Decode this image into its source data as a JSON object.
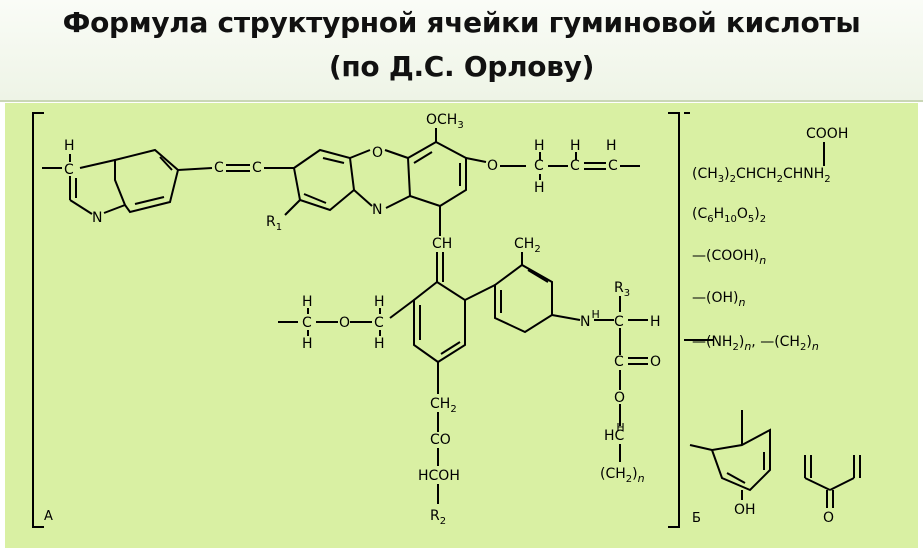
{
  "title": {
    "line1": "Формула структурной ячейки гуминовой кислоты",
    "line2": "(по Д.С. Орлову)"
  },
  "panel_a": {
    "label": "А",
    "atoms": {
      "h_imid": "H",
      "c_imid": "C",
      "n_imid": "N",
      "c_vinyl_1": "C",
      "c_vinyl_2": "C",
      "r1": "R",
      "r1_sub": "1",
      "o_ring": "O",
      "n_ring": "N",
      "och3": "OCH",
      "och3_sub": "3",
      "o_side": "O",
      "c_side_1": "C",
      "c_side_2": "C",
      "c_side_3": "C",
      "h_side_1": "H",
      "h_side_2": "H",
      "h_side_3": "H",
      "h_side_4": "H",
      "ch_bridge": "CH",
      "ch2_top": "CH",
      "ch2_top_sub": "2",
      "h_left_1": "H",
      "c_left": "C",
      "h_left_2": "H",
      "o_left": "O",
      "h_mid_1": "H",
      "c_mid": "C",
      "h_mid_2": "H",
      "nh": "N",
      "nh_h": "H",
      "r3": "R",
      "r3_sub": "3",
      "c_r3": "C",
      "h_r3": "H",
      "c_ester": "C",
      "o_ester_dbl": "O",
      "o_ester": "O",
      "hc_chain": "HC",
      "hc_chain_h": "H",
      "ch2n": "(CH",
      "ch2n_sub": "2",
      "ch2n_close": ")",
      "ch2n_n": "n",
      "ch2_down": "CH",
      "ch2_down_sub": "2",
      "co": "CO",
      "hcoh": "HCOH",
      "r2": "R",
      "r2_sub": "2"
    }
  },
  "panel_b": {
    "label": "Б",
    "items": [
      {
        "text": "(CH",
        "parts": [
          "3",
          ")",
          "2",
          "CHCH",
          "2",
          "CHNH",
          "2"
        ]
      },
      {
        "text": "(C",
        "parts": [
          "6",
          "H",
          "10",
          "O",
          "5",
          ")",
          "2"
        ]
      },
      {
        "text": "—(COOH)",
        "sub": "n"
      },
      {
        "text": "—(OH)",
        "sub": "n"
      },
      {
        "text": "—(NH",
        "sub_mid": "2",
        "close": ")",
        "sub": "n",
        "tail": ",  —(CH",
        "tail_sub": "2",
        "tail_close": ")",
        "tail_n": "n"
      }
    ],
    "cooh": "COOH",
    "oh": "OH",
    "o_keto": "O"
  }
}
